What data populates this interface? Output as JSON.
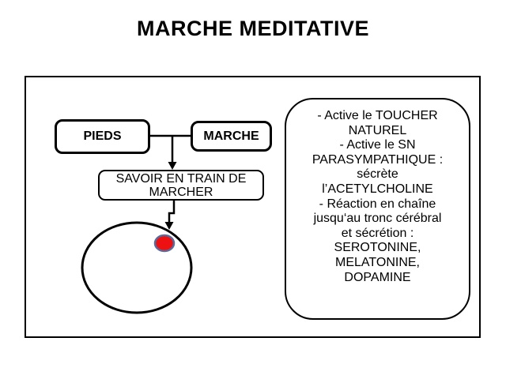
{
  "title": "MARCHE MEDITATIVE",
  "diagram": {
    "pieds_label": "PIEDS",
    "marche_label": "MARCHE",
    "savoir_label": "SAVOIR EN TRAIN DE\nMARCHER",
    "panel_text": "- Active le TOUCHER\nNATUREL\n- Active le SN\nPARASYMPATHIQUE :\nsécrète\nl’ACETYLCHOLINE\n- Réaction en chaîne\njusqu‘au tronc cérébral\net sécrétion :\nSEROTONINE,\nMELATONINE,\nDOPAMINE",
    "colors": {
      "line": "#000000",
      "dot_fill": "#ee1111",
      "dot_stroke": "#5a6a9a"
    }
  }
}
